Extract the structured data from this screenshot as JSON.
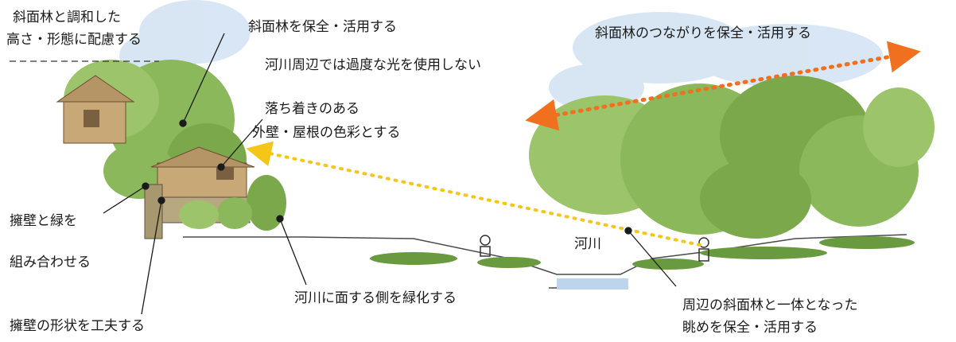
{
  "labels": {
    "slope_harmony_line1": "斜面林と調和した",
    "slope_harmony_line2": "高さ・形態に配慮する",
    "preserve_slope_forest": "斜面林を保全・活用する",
    "no_excess_light": "河川周辺では過度な光を使用しない",
    "calm_colors_line1": "落ち着きのある",
    "calm_colors_line2": "外壁・屋根の色彩とする",
    "forest_connection": "斜面林のつながりを保全・活用する",
    "wall_green_line1": "擁壁と緑を",
    "wall_green_line2": "組み合わせる",
    "wall_shape": "擁壁の形状を工夫する",
    "riverside_green": "河川に面する側を緑化する",
    "river": "河川",
    "view_line1": "周辺の斜面林と一体となった",
    "view_line2": "眺めを保全・活用する"
  },
  "colors": {
    "orange_arrow": "#f07020",
    "yellow_arrow": "#f5c518",
    "tree_green": "#8ab85a",
    "dark_green": "#5e8f3a",
    "sky_blue": "#aac8e8",
    "house_tan": "#c9a878",
    "leader_line": "#1a1a1a"
  }
}
